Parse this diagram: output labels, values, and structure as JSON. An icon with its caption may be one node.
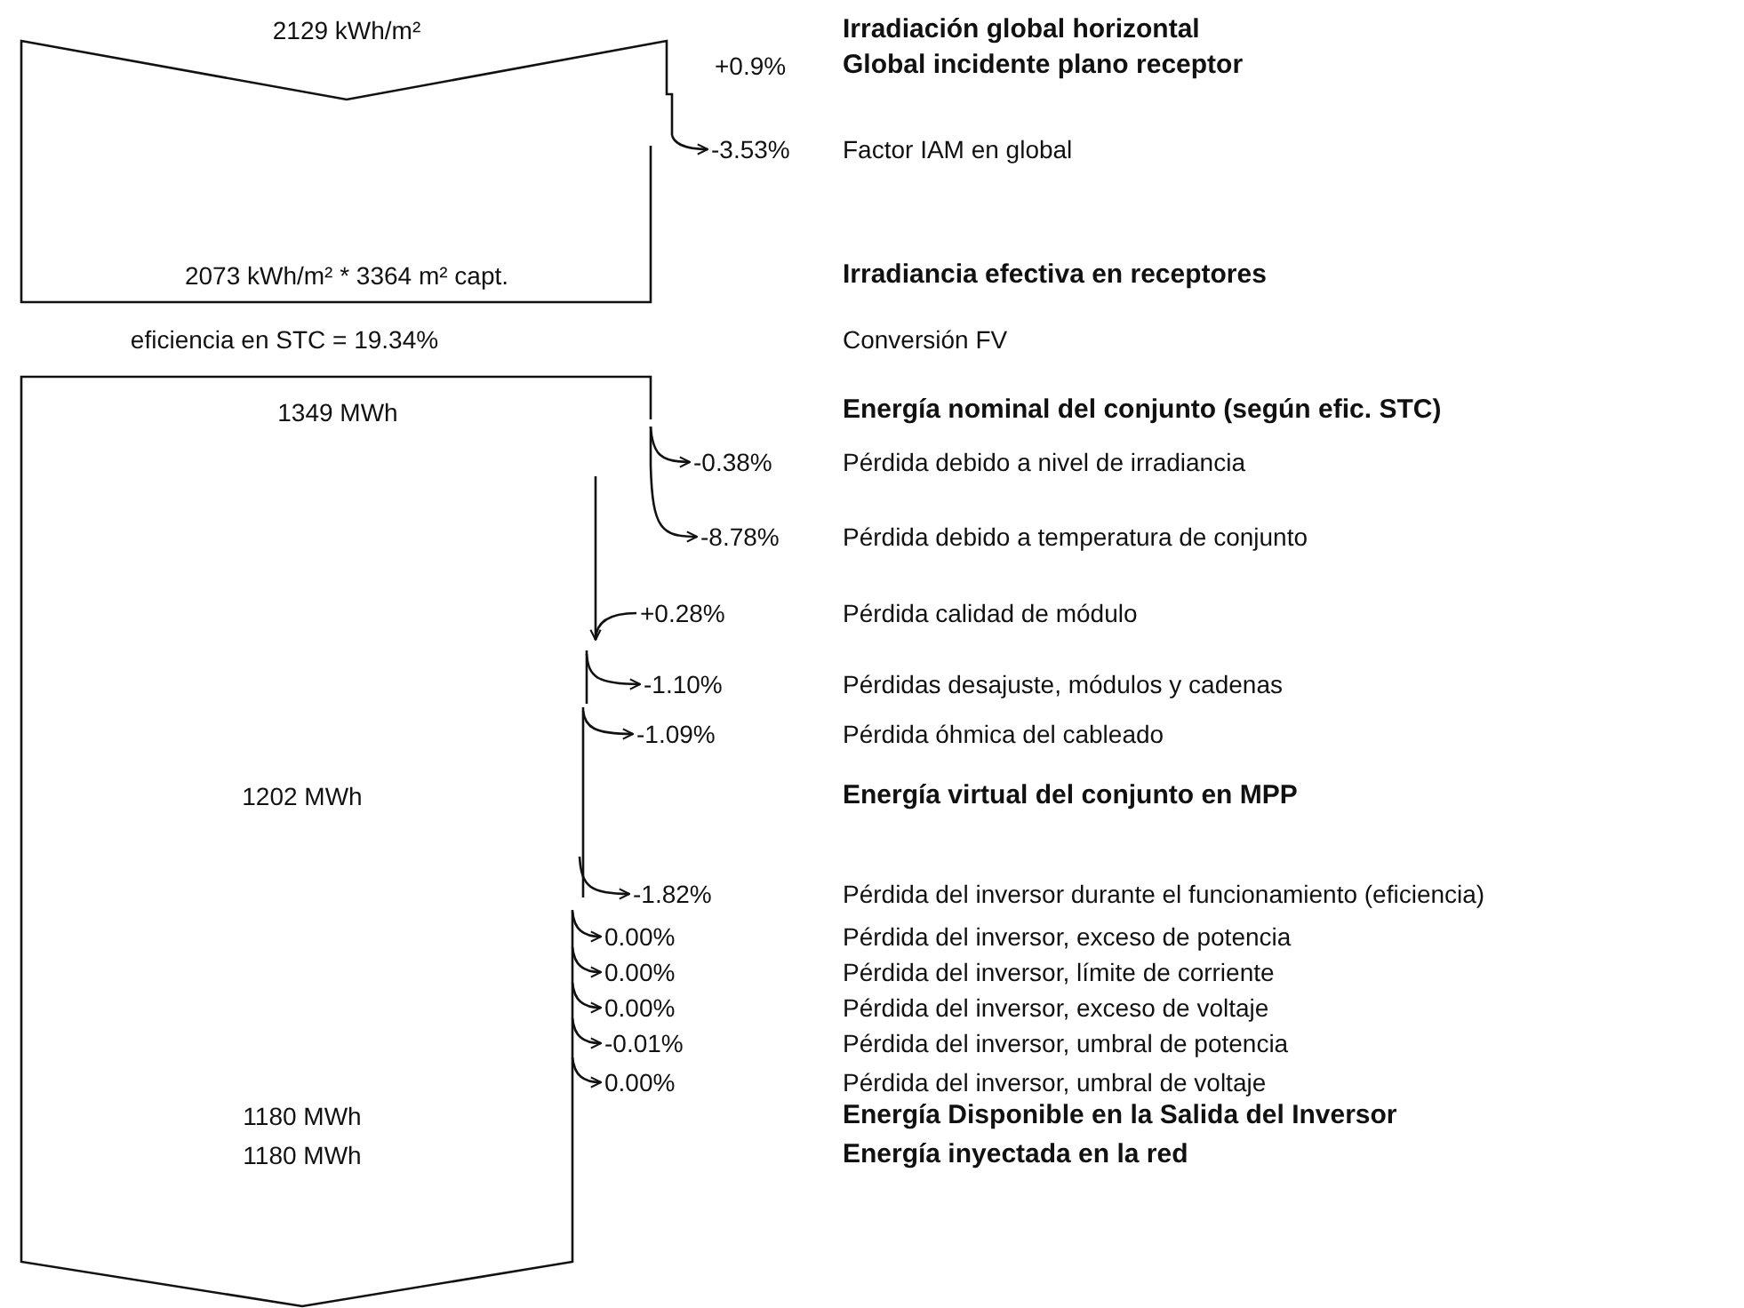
{
  "diagram": {
    "nodes": [
      {
        "text": [
          "2129 kWh/m²",
          "2073 kWh/m² * 3364 m² capt."
        ]
      },
      {
        "text": [
          "1349 MWh",
          "1202 MWh",
          "1180 MWh",
          "1180 MWh"
        ]
      },
      {
        "text": [
          "-3.53%"
        ]
      },
      {
        "text": [
          "-0.38%"
        ]
      },
      {
        "text": [
          "-8.78%"
        ]
      },
      {
        "text": [
          "+0.28%"
        ]
      },
      {
        "text": [
          "-1.10%"
        ]
      },
      {
        "text": [
          "-1.09%"
        ]
      },
      {
        "text": [
          "-1.82%"
        ]
      },
      {
        "text": [
          "0.00%"
        ]
      },
      {
        "text": [
          "0.00%"
        ]
      },
      {
        "text": [
          "0.00%"
        ]
      },
      {
        "text": [
          "-0.01%"
        ]
      },
      {
        "text": [
          "0.00%"
        ]
      }
    ],
    "edges": [
      {
        "from": 0,
        "to": 2,
        "arrow": "to"
      },
      {
        "from": 1,
        "to": 3,
        "arrow": "to"
      },
      {
        "from": 1,
        "to": 4,
        "arrow": "to"
      },
      {
        "from": 5,
        "to": 1,
        "arrow": "to"
      },
      {
        "from": 1,
        "to": 6,
        "arrow": "to"
      },
      {
        "from": 1,
        "to": 7,
        "arrow": "to"
      },
      {
        "from": 1,
        "to": 8,
        "arrow": "to"
      },
      {
        "from": 1,
        "to": 9,
        "arrow": "to"
      },
      {
        "from": 1,
        "to": 10,
        "arrow": "to"
      },
      {
        "from": 1,
        "to": 11,
        "arrow": "to"
      },
      {
        "from": 1,
        "to": 12,
        "arrow": "to"
      },
      {
        "from": 1,
        "to": 13,
        "arrow": "to"
      }
    ],
    "labels": [
      "Irradiación global horizontal",
      "+0.9%",
      "Global incidente plano receptor",
      "Factor IAM en global",
      "Irradiancia efectiva en receptores",
      "eficiencia en STC = 19.34%",
      "Conversión FV",
      "Energía nominal del conjunto (según efic. STC)",
      "Pérdida debido a nivel de irradiancia",
      "Pérdida debido a temperatura de conjunto",
      "Pérdida calidad de módulo",
      "Pérdidas desajuste, módulos y cadenas",
      "Pérdida óhmica del cableado",
      "Energía virtual del conjunto en MPP",
      "Pérdida del inversor durante el funcionamiento (eficiencia)",
      "Pérdida del inversor, exceso de potencia",
      "Pérdida del inversor, límite de corriente",
      "Pérdida del inversor, exceso de voltaje",
      "Pérdida del inversor, umbral de potencia",
      "Pérdida del inversor, umbral de voltaje",
      "Energía Disponible en la Salida del Inversor",
      "Energía inyectada en la red"
    ]
  }
}
